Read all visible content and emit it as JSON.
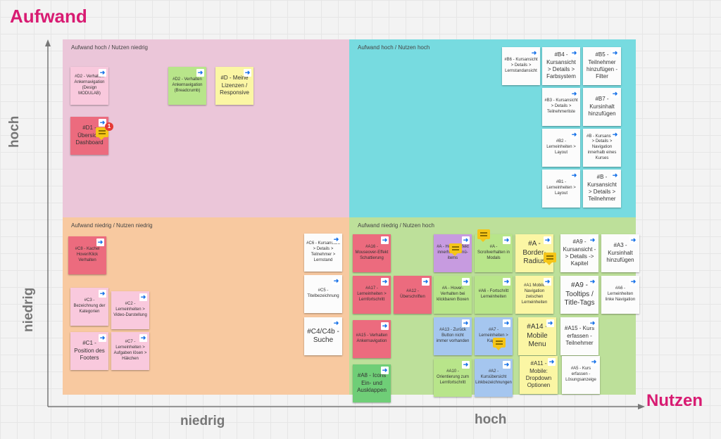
{
  "axes": {
    "y_title": "Aufwand",
    "x_title": "Nutzen",
    "y_high": "hoch",
    "y_low": "niedrig",
    "x_low": "niedrig",
    "x_high": "hoch"
  },
  "quadrants": {
    "tl": "Aufwand hoch / Nutzen niedrig",
    "tr": "Aufwand hoch / Nutzen hoch",
    "bl": "Aufwand niedrig / Nutzen niedrig",
    "br": "Aufwand niedrig / Nutzen hoch"
  },
  "colors": {
    "quad_tl": "#ebc6d9",
    "quad_tr": "#77dbe0",
    "quad_bl": "#f8c9a0",
    "quad_br": "#bde09a",
    "axis_title": "#d81b72",
    "arrow_icon": "#1a73e8"
  },
  "notification_count": "1",
  "notes": [
    {
      "text": "#D2 - Verhalten Ankernavigation (Design MODULAB)"
    },
    {
      "text": "#D2 - Verhalten Ankernavigation (Breadcrumb)"
    },
    {
      "text": "#D - Meine Lizenzen / Responsive"
    },
    {
      "text": "#D1 - Übersicht Dashboard"
    },
    {
      "text": "#B6 - Kursansicht > Details > Lernstandansicht"
    },
    {
      "text": "#B4 - Kursansicht > Details > Farbsystem"
    },
    {
      "text": "#B5 - Teilnehmer hinzufügen - Filter"
    },
    {
      "text": "#B3 - Kursansicht > Details > Teilnehmerliste"
    },
    {
      "text": "#B7 - Kursinhalt hinzufügen"
    },
    {
      "text": "#B2 - Lerneinheiten > Layout"
    },
    {
      "text": "#B - Kursansicht > Details > Navigation innerhalb eines Kurses"
    },
    {
      "text": "#B1 - Lerneinheiten > Layout"
    },
    {
      "text": "#B - Kursansicht > Details > Teilnehmer"
    },
    {
      "text": "#C8 - Kachel Hover/Klick Verhalten"
    },
    {
      "text": "#C3 - Bezeichnung der Kategorien"
    },
    {
      "text": "#C2 - Lerneinheiten > Video-Darstellung"
    },
    {
      "text": "#C1 - Position des Footers"
    },
    {
      "text": "#C7 - Lerneinheiten > Aufgaben lösen > Häkchen"
    },
    {
      "text": "#C6 - Kursansicht > Details > Teilnehmer > Lernstand"
    },
    {
      "text": "#C5 - Titelbezeichnung"
    },
    {
      "text": "#C4/C4b - Suche"
    },
    {
      "text": "#A16 - Mouseover-Effekt Schattierung"
    },
    {
      "text": "#A17 - Lerneinheiten > Lernfortschritt"
    },
    {
      "text": "#A12 - Überschriften"
    },
    {
      "text": "#A15 - Verhalten Ankernavigation"
    },
    {
      "text": "#A8 - Icons Ein- und Ausklappen"
    },
    {
      "text": "#A - Hover-Effekt innerhalb Menü-items"
    },
    {
      "text": "#A - Scrollverhalten in Modals"
    },
    {
      "text": "#A - Border-Radius"
    },
    {
      "text": "#A9 - Kursansicht -> Details -> Kapitel"
    },
    {
      "text": "#A3 - Kursinhalt hinzufügen"
    },
    {
      "text": "#A - Hover-Verhalten bei klickbaren Boxen"
    },
    {
      "text": "#A6 - Fortschritt Lerneinheiten"
    },
    {
      "text": "#A1 Mobile Navigation zwischen Lerneinheiten"
    },
    {
      "text": "#A9 - Tooltips / Title-Tags"
    },
    {
      "text": "#A6 - Lerneinheiten linke Navigation"
    },
    {
      "text": "#A13 - Zurück Button nicht immer vorhanden"
    },
    {
      "text": "#A7 - Lerneinheiten > Kapitel"
    },
    {
      "text": "#A14 - Mobile Menu"
    },
    {
      "text": "#A15 - Kurs erfassen - Teilnehmer"
    },
    {
      "text": "#A10 - Orientierung zum Lernfortschritt"
    },
    {
      "text": "#A2 - Kursübersicht Linkbezeichnungen"
    },
    {
      "text": "#A11 - Mobile: Dropdown Optionen"
    },
    {
      "text": "#A5 - Kurs erfassen - Lösungsanzeige"
    }
  ]
}
